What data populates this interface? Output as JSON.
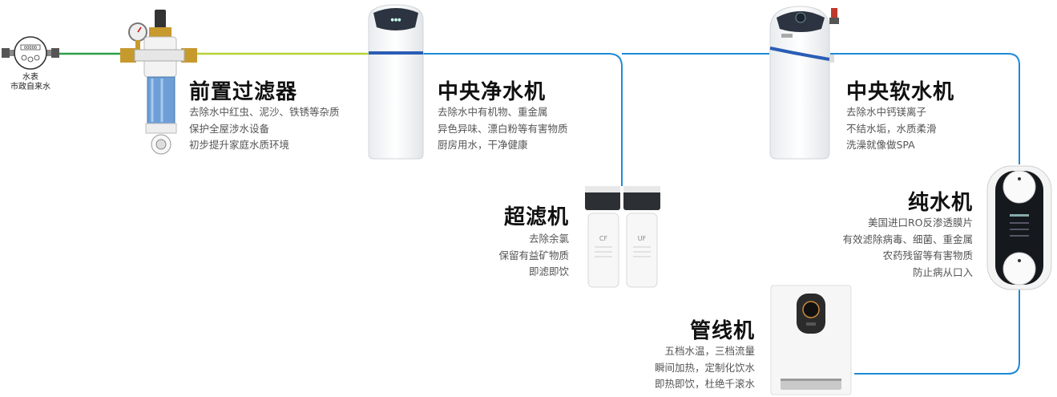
{
  "meter": {
    "label1": "水表",
    "label2": "市政自来水",
    "reading": "00000"
  },
  "devices": {
    "prefilter": {
      "title": "前置过滤器",
      "desc": [
        "去除水中红虫、泥沙、铁锈等杂质",
        "保护全屋涉水设备",
        "初步提升家庭水质环境"
      ]
    },
    "central_purifier": {
      "title": "中央净水机",
      "desc": [
        "去除水中有机物、重金属",
        "异色异味、漂白粉等有害物质",
        "厨房用水，干净健康"
      ]
    },
    "ultrafilter": {
      "title": "超滤机",
      "desc": [
        "去除余氯",
        "保留有益矿物质",
        "即滤即饮"
      ],
      "cartridge_labels": [
        "CF",
        "UF"
      ]
    },
    "softener": {
      "title": "中央软水机",
      "desc": [
        "去除水中钙镁离子",
        "不结水垢，水质柔滑",
        "洗澡就像做SPA"
      ]
    },
    "ro": {
      "title": "纯水机",
      "desc": [
        "美国进口RO反渗透膜片",
        "有效滤除病毒、细菌、重金属",
        "农药残留等有害物质",
        "防止病从口入"
      ]
    },
    "pipeline": {
      "title": "管线机",
      "desc": [
        "五档水温，三档流量",
        "瞬间加热，定制化饮水",
        "即热即饮，杜绝千滚水"
      ]
    }
  },
  "colors": {
    "green_pipe": "#2e9e49",
    "lime_pipe": "#b5d334",
    "blue_pipe": "#1f8ad6",
    "accent_blue": "#2a5db5"
  }
}
